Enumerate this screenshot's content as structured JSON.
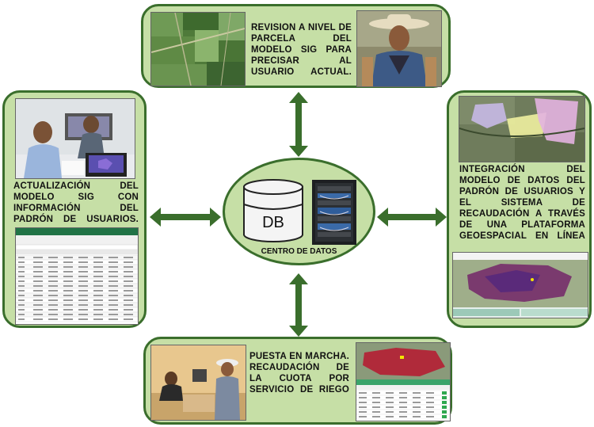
{
  "panels": {
    "top": {
      "text": "REVISION A NIVEL DE PARCELA DEL MODELO SIG PARA PRECISAR AL USUARIO ACTUAL."
    },
    "left": {
      "text": "ACTUALIZACIÓN DEL MODELO SIG CON INFORMACIÓN DEL PADRÓN DE USUARIOS."
    },
    "right": {
      "text": "INTEGRACIÓN DEL MODELO DE DATOS DEL PADRÓN DE USUARIOS Y EL SISTEMA DE RECAUDACIÓN A TRAVÉS DE UNA PLATAFORMA GEOESPACIAL EN LÍNEA"
    },
    "bottom": {
      "text": "PUESTA EN MARCHA. RECAUDACIÓN DE LA CUOTA POR SERVICIO DE RIEGO"
    }
  },
  "center": {
    "db_label": "DB",
    "title": "CENTRO DE DATOS"
  },
  "colors": {
    "panel_fill": "#c6dfa6",
    "panel_border": "#3a6e2c",
    "arrow": "#3a6e2c"
  },
  "icons": [
    "database-icon",
    "server-rack-icon",
    "double-arrow-icon"
  ]
}
